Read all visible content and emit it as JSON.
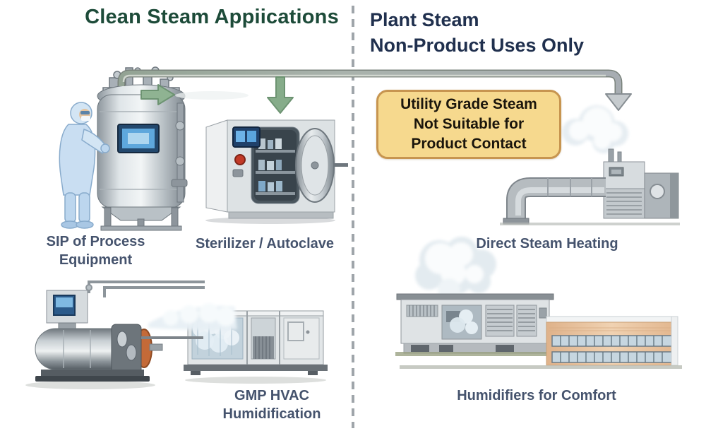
{
  "header": {
    "left_title": "Clean Steam Appiications",
    "right_title_line1": "Plant Steam",
    "right_title_line2": "Non-Product Uses Only"
  },
  "callout": {
    "line1": "Utility Grade Steam",
    "line2": "Not Suitable for",
    "line3": "Product Contact"
  },
  "clean_side": {
    "sip_label_line1": "SIP of Process",
    "sip_label_line2": "Equipment",
    "sterilizer_label": "Sterilizer / Autoclave",
    "gmp_label_line1": "GMP HVAC",
    "gmp_label_line2": "Humidification"
  },
  "plant_side": {
    "direct_heating_label": "Direct Steam Heating",
    "comfort_label": "Humidifiers for Comfort"
  },
  "icons": {
    "clean_arrows": "green-steam-flow-arrows",
    "plant_arrow": "gray-steam-flow-arrow",
    "divider": "dashed-section-divider"
  },
  "colors": {
    "left_title": "#1d4b39",
    "right_title": "#20304e",
    "label": "#45536d",
    "callout_bg": "#f6d98e",
    "callout_border": "#c79550",
    "callout_text": "#1a150c",
    "clean_arrow": "#8fb392",
    "plant_pipe": "#a9b2ac",
    "divider": "#8e959b"
  }
}
